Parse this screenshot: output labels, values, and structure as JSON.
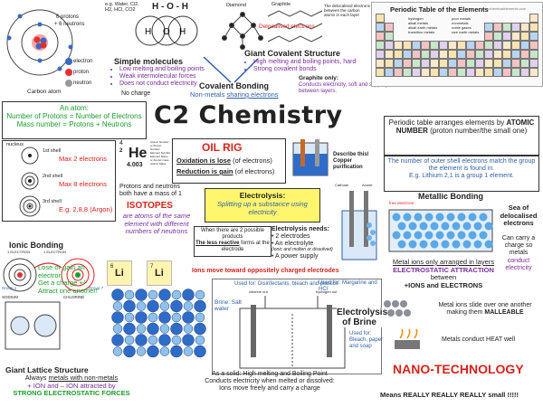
{
  "title": "C2 Chemistry",
  "carbon_atom": {
    "label_protons": "6 protons",
    "label_neutrons": "+ 6 neutrons",
    "legend": [
      "electron",
      "proton",
      "neutron"
    ],
    "caption": "Carbon atom"
  },
  "simple_molecules": {
    "examples": "e.g. Water, Cl2, H2, HCl, CO2",
    "formula": "H - O - H",
    "heading": "Simple molecules",
    "points": [
      "Low melting and boiling points",
      "Weak intermolecular forces",
      "Does not conduct electricity"
    ],
    "no_charge": "No charge"
  },
  "covalent_bonding": {
    "heading": "Covalent Bonding",
    "sub_prefix": "Non-metals ",
    "sub_emph": "sharing electrons"
  },
  "giant_covalent": {
    "diamond_label": "Diamond",
    "graphite_label": "Graphite",
    "graphite_note": "The delocalised electrons between the carbon atoms in each layer",
    "delocalised": "Delocalised electrons",
    "heading": "Giant Covalent Structure",
    "points": [
      "High melting and boiling points, hard",
      "Strong covalent bonds"
    ],
    "graphite_only": "Graphite only:",
    "graphite_desc": "Conducts electricity, soft and slippery between layers."
  },
  "periodic_table": {
    "title": "Periodic Table of the Elements",
    "site": "www.chemicalelements.com",
    "legend": [
      "hydrogen",
      "alkali metals",
      "alkali earth metals",
      "transition metals",
      "poor metals",
      "nonmetals",
      "noble gases",
      "rare earth metals"
    ],
    "statement_prefix": "Periodic table arranges elements by",
    "statement_bold": "ATOMIC NUMBER",
    "statement_suffix": "(proton number/the small one)",
    "group_text": "The number of outer shell electrons match the group the element is found in.",
    "group_example": "E.g. Lithium 2,1 is a group 1 element."
  },
  "atom_box": {
    "heading": "An atom:",
    "line1": "Number of Protons = Number of Electrons",
    "line2": "Mass number = Protons + Neutrons"
  },
  "shells": {
    "nucleus": "nucleus",
    "shell_labels": [
      "1st shell",
      "2nd shell",
      "3rd shell"
    ],
    "rules": [
      "Max 2 electrons",
      "Max 8 electrons",
      "E.g. 2,8,8 (Argon)"
    ]
  },
  "helium": {
    "mass": "4",
    "number": "2",
    "symbol": "He",
    "value": "4.003",
    "notes": [
      "Atomic Number or Proton Number",
      "Element Symbol",
      "Element Name or Atomic mass",
      "Atomic Mass"
    ]
  },
  "oil_rig": {
    "heading": "OIL RIG",
    "oxidation": "Oxidation is lose",
    "oxidation_suffix": "(of electrons)",
    "reduction": "Reduction is gain",
    "reduction_suffix": "(of electrons)"
  },
  "protons_neutrons": "Protons and neutrons both have a mass of 1",
  "copper": {
    "label": "Describe this! Copper purification"
  },
  "electrolysis": {
    "heading": "Electrolysis:",
    "desc": "Splitting up a substance using electricity",
    "products_note_1": "When there are 2 possible products",
    "products_note_less": "The less reactive",
    "products_note_2": "forms at the electrode",
    "needs_heading": "Electrolysis needs:",
    "needs": [
      "2 electrodes",
      "An electrolyte",
      "A power supply"
    ],
    "electrolyte_note": "(ionic and molten or dissolved)",
    "ions_move": "Ions move toward oppositely charged electrodes",
    "cathode_label": "Cathode",
    "anode_label": "Anode",
    "free_electrons": "free electrons"
  },
  "isotopes": {
    "heading": "ISOTOPES",
    "desc": "are atoms of the same element with different numbers of neutrons",
    "samples": [
      "6",
      "7"
    ],
    "symbol": "Li"
  },
  "ionic_bonding": {
    "heading": "Ionic Bonding",
    "labels_top": [
      "1 ELECTRON",
      "1 ELECTRON"
    ],
    "sodium": "SODIUM",
    "chlorine": "CHLORINE",
    "group1": "Group 1",
    "group7": "Group 7",
    "note1": "Lose or gain an electron",
    "note2": "Get a charge +/-",
    "note3": "Attract one another!"
  },
  "brine": {
    "used_chlorine": "Used for: Disinfectants, bleach and plastics",
    "used_hydrogen": "Used for: Margarine and HCl",
    "used_bleach": "Used for: Bleach, paper and soap",
    "brine_label": "Brine: Salt water",
    "heading": "Electrolysis of Brine",
    "chlorine_out": "chlorine out",
    "hydrogen_out": "hydrogen out"
  },
  "metallic": {
    "heading": "Metallic Bonding",
    "sea": "Sea of delocalised electrons",
    "charge": "Can carry a charge so metals",
    "conduct": "conduct electricity",
    "ions_layers": "Metal ions only arranged in layers",
    "attraction": "ELECTROSTATIC ATTRACTION",
    "between": "between",
    "ions_electrons": "+IONS and ELECTRONS",
    "malleable_1": "Metal ions slide over one another making them",
    "malleable_2": "MALLEABLE",
    "heat": "Metals conduct HEAT well"
  },
  "giant_lattice": {
    "heading": "Giant Lattice Structure",
    "line1_pre": "Always ",
    "line1_emph": "metals with non-metals",
    "line2": "+ ION and – ION attracted by",
    "line3": "STRONG ELECTROSTATIC FORCES",
    "solid": "As a solid: High melting and Boiling Point",
    "conducts": "Conducts electricity when melted or dissolved:",
    "free_ions": "Ions move freely and carry a charge"
  },
  "nano": {
    "heading": "NANO-TECHNOLOGY",
    "sub": "Means REALLY REALLY REALLY small !!!!!"
  },
  "colors": {
    "blue": "#2e5fa8",
    "purple": "#7a2d9c",
    "red": "#d8231d",
    "green": "#1e9c2c"
  }
}
